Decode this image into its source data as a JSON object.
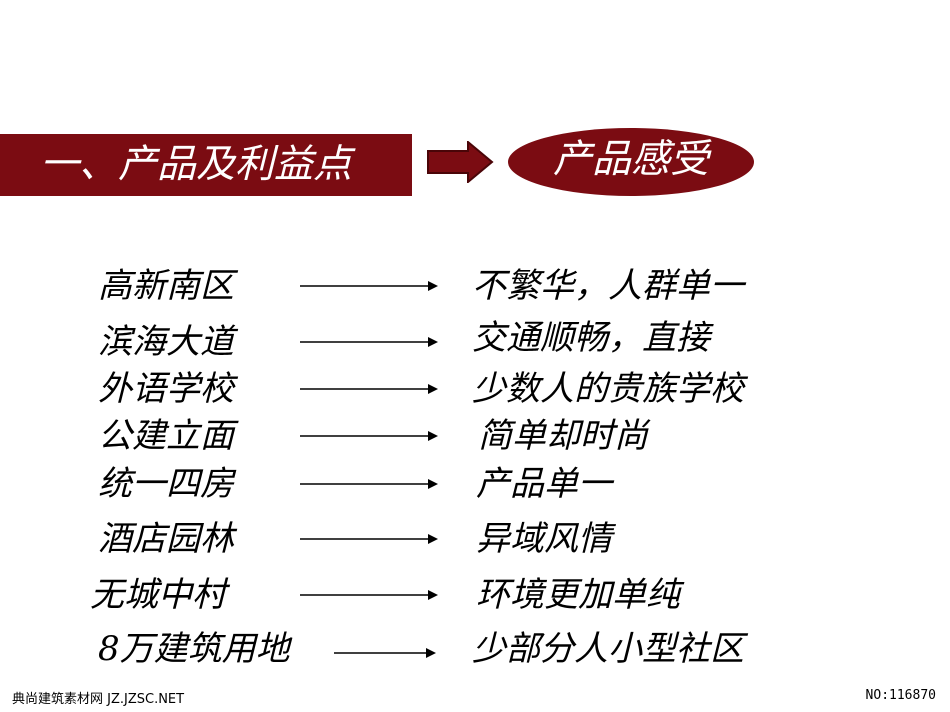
{
  "title": "一、产品及利益点",
  "oval_label": "产品感受",
  "colors": {
    "accent": "#7b0c12",
    "text": "#000000",
    "background": "#ffffff"
  },
  "rows": [
    {
      "left": "高新南区",
      "right": "不繁华，人群单一"
    },
    {
      "left": "滨海大道",
      "right": "交通顺畅，直接"
    },
    {
      "left": "外语学校",
      "right": "少数人的贵族学校"
    },
    {
      "left": "公建立面",
      "right": "简单却时尚"
    },
    {
      "left": "统一四房",
      "right": "产品单一"
    },
    {
      "left": "酒店园林",
      "right": "异域风情"
    },
    {
      "left": "无城中村",
      "right": "环境更加单纯"
    },
    {
      "left": "8万建筑用地",
      "right": "少部分人小型社区"
    }
  ],
  "footer": {
    "watermark": "典尚建筑素材网 JZ.JZSC.NET",
    "number": "NO:116870"
  }
}
